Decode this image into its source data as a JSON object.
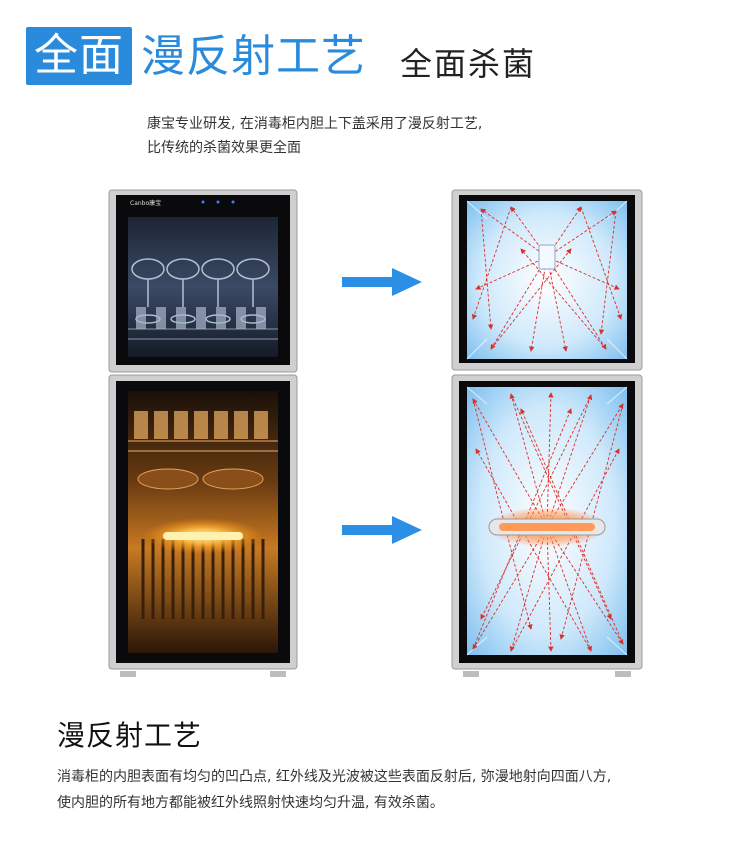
{
  "header": {
    "badge_text": "全面",
    "title_blue": "漫反射工艺",
    "title_black": "全面杀菌"
  },
  "intro": {
    "line1": "康宝专业研发, 在消毒柜内胆上下盖采用了漫反射工艺,",
    "line2": "比传统的杀菌效果更全面"
  },
  "cabinet_left": {
    "brand_logo": "Canbo康宝"
  },
  "section": {
    "title": "漫反射工艺",
    "line1": "消毒柜的内胆表面有均匀的凹凸点, 红外线及光波被这些表面反射后, 弥漫地射向四面八方,",
    "line2": "使内胆的所有地方都能被红外线照射快速均匀升温, 有效杀菌。"
  },
  "colors": {
    "accent_blue": "#2a8bdc",
    "arrow_blue": "#2b8fe6",
    "ray_red": "#d9302c",
    "interior_blue": "#a9d7f5"
  },
  "icons": [
    "arrow-right-icon",
    "uv-lamp-icon",
    "heating-lamp-icon"
  ]
}
